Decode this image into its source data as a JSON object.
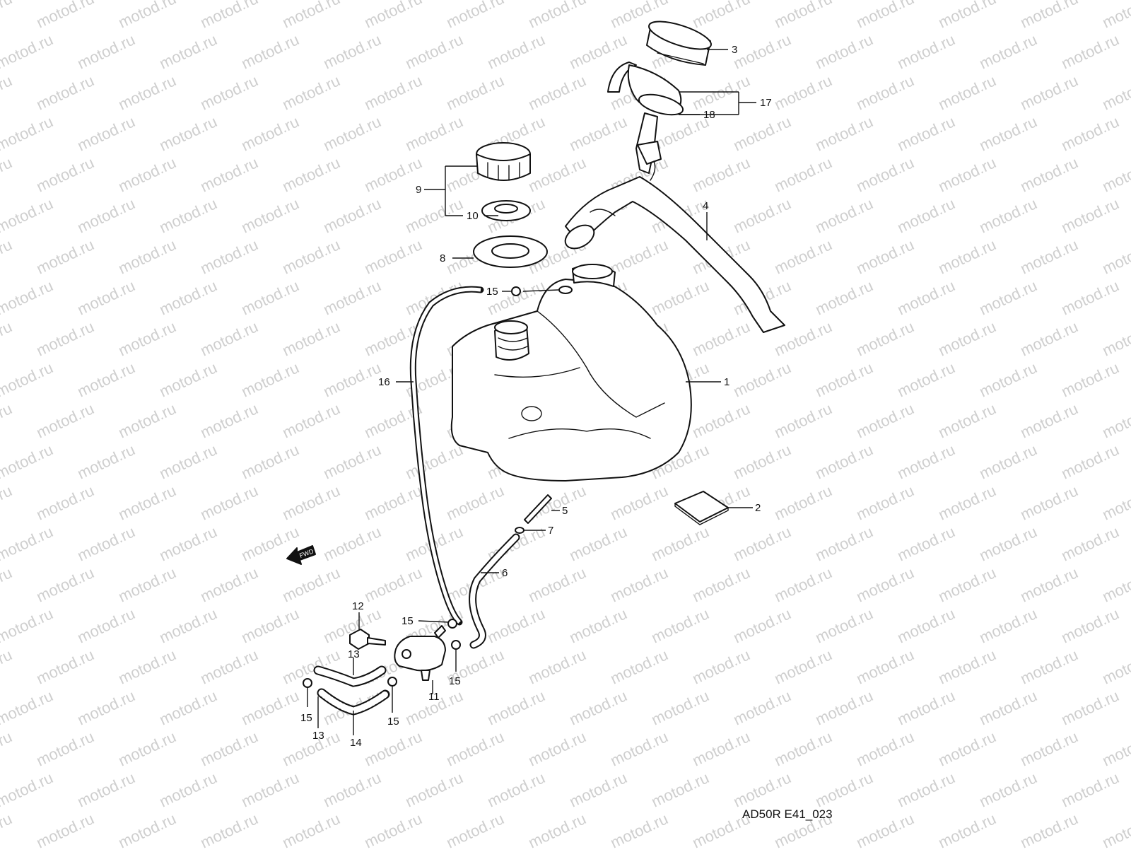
{
  "watermark": {
    "text": "motod.ru",
    "color": "#cfcfcf"
  },
  "diagram": {
    "reference_code": "AD50R E41_023",
    "fwd_label": "FWD",
    "callouts": [
      {
        "id": "c1",
        "label": "1"
      },
      {
        "id": "c2",
        "label": "2"
      },
      {
        "id": "c3",
        "label": "3"
      },
      {
        "id": "c4",
        "label": "4"
      },
      {
        "id": "c5",
        "label": "5"
      },
      {
        "id": "c6",
        "label": "6"
      },
      {
        "id": "c7",
        "label": "7"
      },
      {
        "id": "c8",
        "label": "8"
      },
      {
        "id": "c9",
        "label": "9"
      },
      {
        "id": "c10",
        "label": "10"
      },
      {
        "id": "c11",
        "label": "11"
      },
      {
        "id": "c12",
        "label": "12"
      },
      {
        "id": "c13a",
        "label": "13"
      },
      {
        "id": "c13b",
        "label": "13"
      },
      {
        "id": "c14",
        "label": "14"
      },
      {
        "id": "c15a",
        "label": "15"
      },
      {
        "id": "c15b",
        "label": "15"
      },
      {
        "id": "c15c",
        "label": "15"
      },
      {
        "id": "c15d",
        "label": "15"
      },
      {
        "id": "c15e",
        "label": "15"
      },
      {
        "id": "c16",
        "label": "16"
      },
      {
        "id": "c17",
        "label": "17"
      },
      {
        "id": "c18",
        "label": "18"
      }
    ]
  }
}
